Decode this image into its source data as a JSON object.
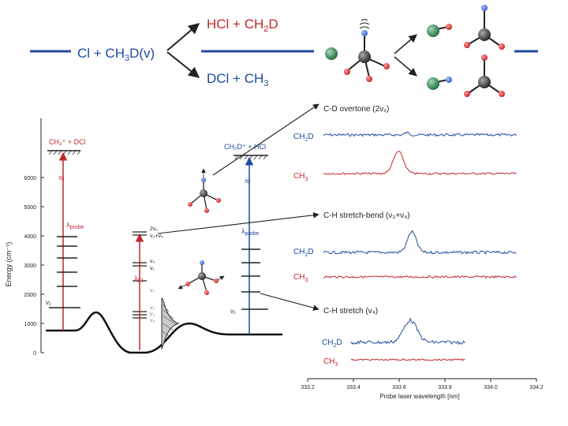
{
  "colors": {
    "red": "#c0272d",
    "blue": "#1f4aa0",
    "black": "#222222",
    "cl_atom": "#2e7d4f",
    "h_atom": "#d93030",
    "d_atom": "#3566c8",
    "c_atom": "#333333"
  },
  "reaction": {
    "reactant_prefix": "Cl + CH",
    "reactant_sub": "3",
    "reactant_suffix": "D(v)",
    "upper_prefix": "HCl + CH",
    "upper_sub": "2",
    "upper_suffix": "D",
    "lower_label": "DCl + CH",
    "lower_sub": "3"
  },
  "energy_diagram": {
    "ylabel": "Energy (cm⁻¹)",
    "yticks": [
      "0",
      "1000",
      "2000",
      "3000",
      "4000",
      "5000",
      "6000"
    ],
    "tick_values": [
      0,
      1000,
      2000,
      3000,
      4000,
      5000,
      6000
    ],
    "left_asymptote": "CH₃⁺ + DCl",
    "left_probe_symbol": "λ",
    "left_probe_sub": "probe",
    "left_level_label": "ν₂",
    "ir_symbol": "λ",
    "ir_sub": "IR",
    "right_asymptote": "CH₂D⁺ + HCl",
    "right_probe_symbol": "λ",
    "right_probe_sub": "probe",
    "right_level_label": "ν₂",
    "mid_labels_top": [
      "2ν₂",
      "ν₃+ν₄"
    ],
    "mid_labels_lower": [
      "ν₄",
      "ν₁",
      "ν₂"
    ],
    "mid_labels_bottom": [
      "ν₅",
      "ν₃",
      "ν₆"
    ],
    "break_symbol": "≈"
  },
  "spectra": {
    "panels": [
      {
        "title": "C-D overtone (2ν₂)",
        "ch2d_prefix": "CH",
        "ch2d_sub": "2",
        "ch2d_suffix": "D",
        "ch3_prefix": "CH",
        "ch3_sub": "3"
      },
      {
        "title": "C-H stretch-bend (ν₃+ν₄)",
        "ch2d_prefix": "CH",
        "ch2d_sub": "2",
        "ch2d_suffix": "D",
        "ch3_prefix": "CH",
        "ch3_sub": "3"
      },
      {
        "title": "C-H stretch (ν₄)",
        "ch2d_prefix": "CH",
        "ch2d_sub": "2",
        "ch2d_suffix": "D",
        "ch3_prefix": "CH",
        "ch3_sub": "3"
      }
    ],
    "xlabel": "Probe laser wavelength [nm]",
    "xticks": [
      "333.2",
      "333.4",
      "333.6",
      "333.8",
      "334.0",
      "334.2"
    ],
    "xrange": [
      333.2,
      334.2
    ]
  }
}
